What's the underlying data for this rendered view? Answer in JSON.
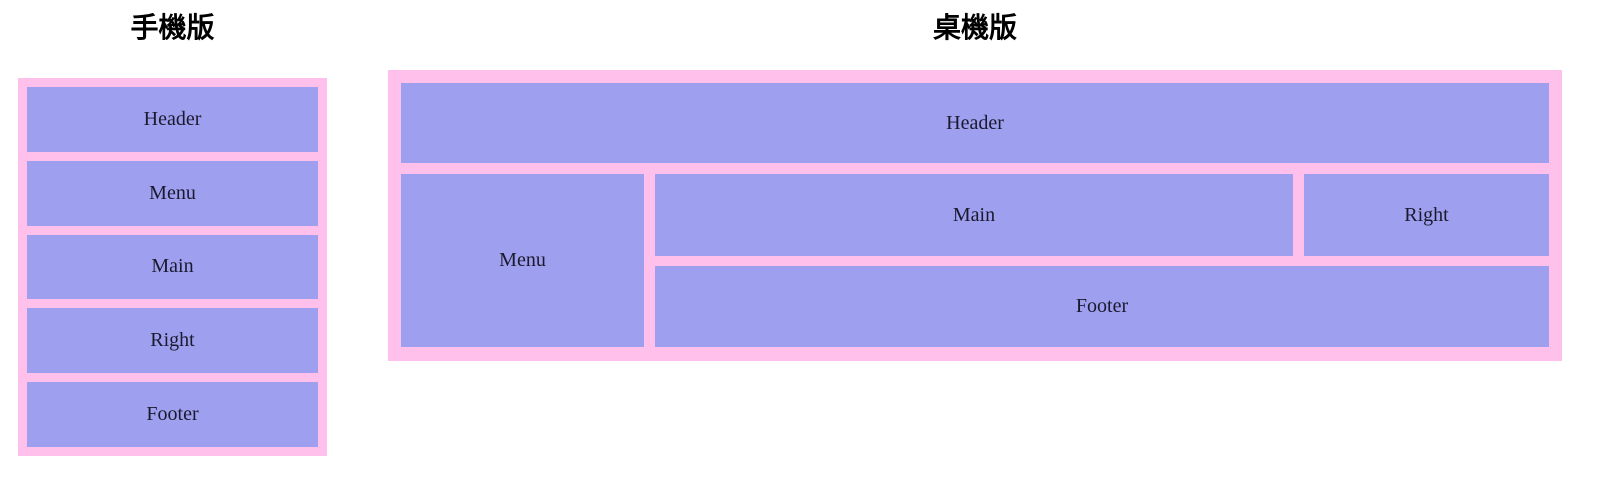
{
  "page": {
    "background_color": "#ffffff",
    "panel_color": "#9f9fef",
    "frame_color": "#ffc0eb",
    "label_text_color": "#1a1a2e",
    "title_text_color": "#000000"
  },
  "mobile": {
    "title": "手機版",
    "panels": [
      {
        "label": "Header"
      },
      {
        "label": "Menu"
      },
      {
        "label": "Main"
      },
      {
        "label": "Right"
      },
      {
        "label": "Footer"
      }
    ]
  },
  "desktop": {
    "title": "桌機版",
    "panels": {
      "header": "Header",
      "menu": "Menu",
      "main": "Main",
      "right": "Right",
      "footer": "Footer"
    }
  }
}
